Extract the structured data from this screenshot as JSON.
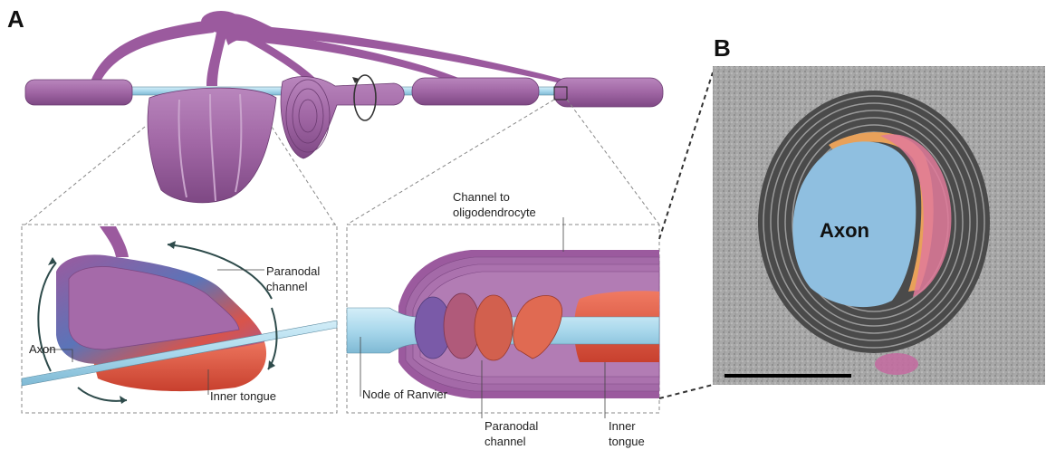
{
  "panels": {
    "a": "A",
    "b": "B"
  },
  "labels": {
    "paranodal_channel_1": "Paranodal",
    "paranodal_channel_2": "channel",
    "axon": "Axon",
    "inner_tongue": "Inner tongue",
    "channel_to_1": "Channel to",
    "channel_to_2": "oligodendrocyte",
    "node_of_ranvier": "Node of Ranvier",
    "paranodal_bottom_1": "Paranodal",
    "paranodal_bottom_2": "channel",
    "inner_tongue_bottom_1": "Inner",
    "inner_tongue_bottom_2": "tongue",
    "micrograph_axon": "Axon"
  },
  "colors": {
    "myelin_purple": "#9b5a9e",
    "myelin_light": "#b884bb",
    "axon_blue": "#a9d8ec",
    "inner_tongue_red": "#e25a45",
    "paranodal_blue": "#5b74b8",
    "em_axon": "#8fbfe0",
    "em_pink": "#e07a9a",
    "em_orange": "#e8a15a"
  }
}
